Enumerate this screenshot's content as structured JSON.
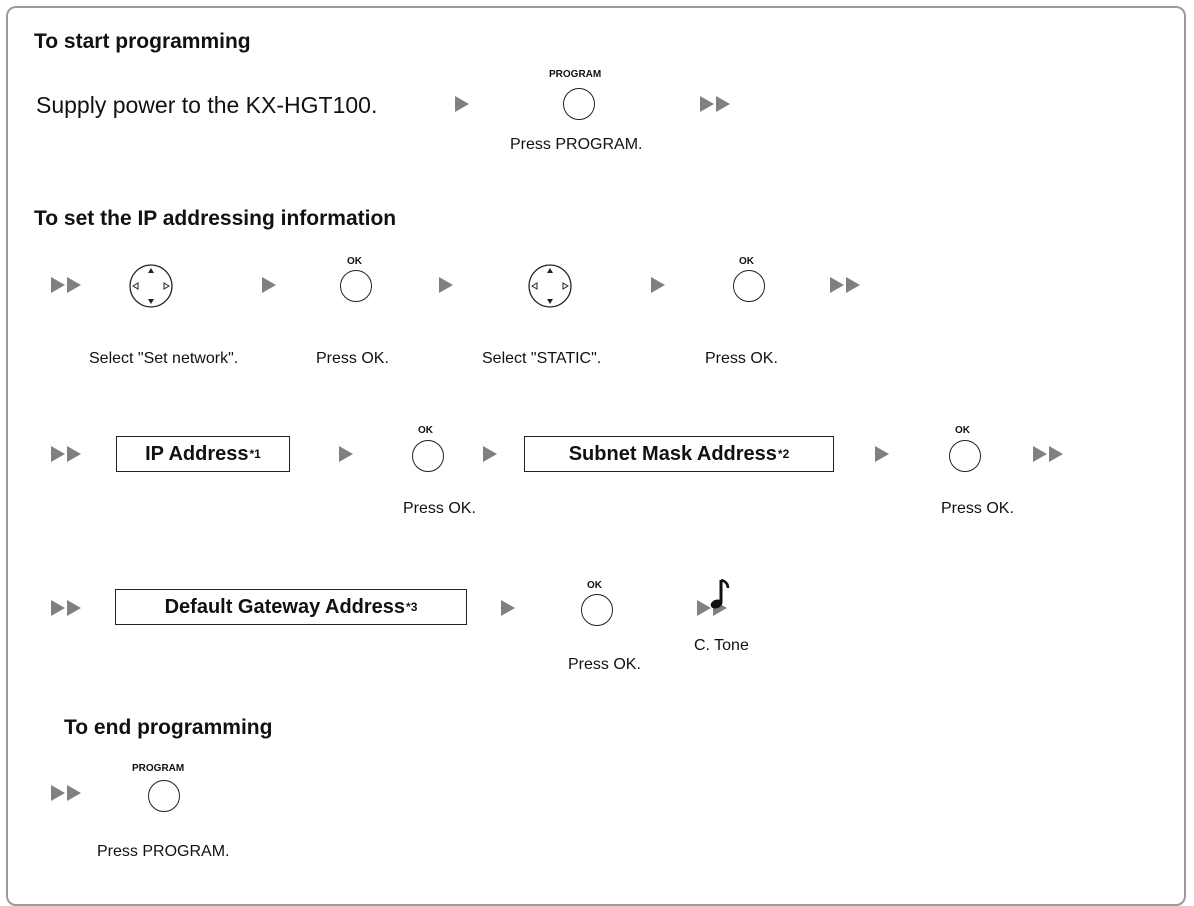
{
  "sections": {
    "start": {
      "heading": "To start programming",
      "supply_text": "Supply power to the KX-HGT100.",
      "program_label": "PROGRAM",
      "caption": "Press PROGRAM."
    },
    "set_ip": {
      "heading": "To set the IP addressing information",
      "row1": {
        "ok_label": "OK",
        "captions": [
          "Select \"Set network\".",
          "Press OK.",
          "Select \"STATIC\".",
          "Press OK."
        ]
      },
      "row2": {
        "ip_box": "IP Address",
        "ip_sup": "*1",
        "subnet_box": "Subnet Mask Address",
        "subnet_sup": "*2",
        "ok_label": "OK",
        "caption": "Press OK."
      },
      "row3": {
        "gateway_box": "Default Gateway Address",
        "gateway_sup": "*3",
        "ok_label": "OK",
        "caption": "Press OK.",
        "tone_label": "C. Tone"
      }
    },
    "end": {
      "heading": "To end programming",
      "program_label": "PROGRAM",
      "caption": "Press PROGRAM."
    }
  },
  "colors": {
    "arrow": "#808080",
    "frame": "#9a9a9a",
    "stroke": "#222222"
  }
}
